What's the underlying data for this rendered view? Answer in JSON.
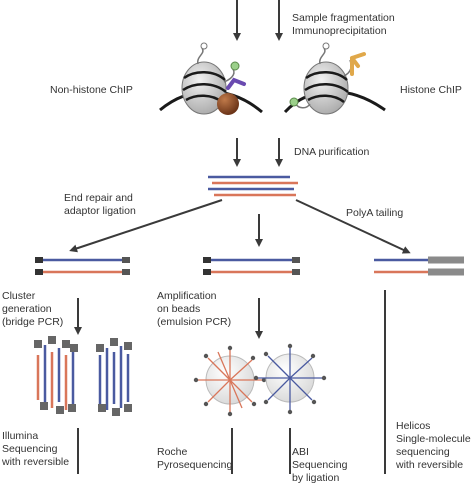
{
  "steps": {
    "fragmentation": [
      "Sample fragmentation",
      "Immunoprecipitation"
    ],
    "non_histone_chip": "Non-histone ChIP",
    "histone_chip": "Histone ChIP",
    "dna_purification": "DNA purification",
    "end_repair": [
      "End repair and",
      "adaptor ligation"
    ],
    "polya": "PolyA tailing",
    "cluster": [
      "Cluster",
      "generation",
      "(bridge PCR)"
    ],
    "amplification": [
      "Amplification",
      "on beads",
      "(emulsion PCR)"
    ]
  },
  "platforms": {
    "illumina": {
      "name": "Illumina",
      "desc": [
        "Sequencing",
        "with reversible"
      ]
    },
    "roche": {
      "name": "Roche",
      "desc": [
        "Pyrosequencing"
      ]
    },
    "abi": {
      "name": "ABI",
      "desc": [
        "Sequencing",
        "by ligation"
      ]
    },
    "helicos": {
      "name": "Helicos",
      "desc": [
        "Single-molecule",
        "sequencing",
        "with reversible"
      ]
    }
  },
  "colors": {
    "blue_strand": "#4a5aa0",
    "red_strand": "#d9765a",
    "arrow": "#3a3a3a",
    "nucleosome": "#c8c8c8",
    "protein": "#8a4a28"
  }
}
